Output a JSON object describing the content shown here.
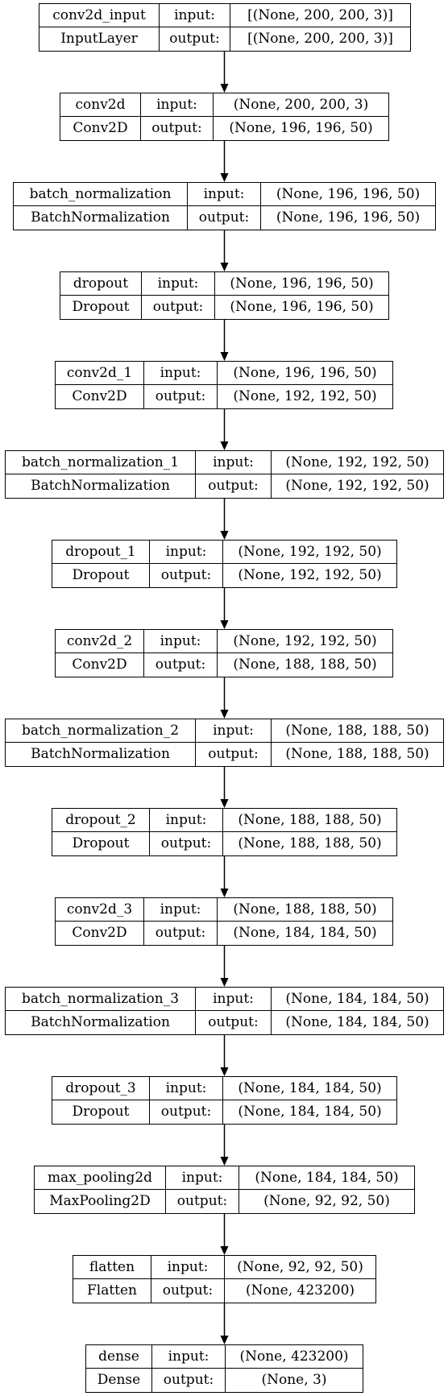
{
  "layers": [
    {
      "name": "conv2d_input",
      "type": "InputLayer",
      "input_label": "input:",
      "output_label": "output:",
      "input_shape": "[(None, 200, 200, 3)]",
      "output_shape": "[(None, 200, 200, 3)]"
    },
    {
      "name": "conv2d",
      "type": "Conv2D",
      "input_label": "input:",
      "output_label": "output:",
      "input_shape": "(None, 200, 200, 3)",
      "output_shape": "(None, 196, 196, 50)"
    },
    {
      "name": "batch_normalization",
      "type": "BatchNormalization",
      "input_label": "input:",
      "output_label": "output:",
      "input_shape": "(None, 196, 196, 50)",
      "output_shape": "(None, 196, 196, 50)"
    },
    {
      "name": "dropout",
      "type": "Dropout",
      "input_label": "input:",
      "output_label": "output:",
      "input_shape": "(None, 196, 196, 50)",
      "output_shape": "(None, 196, 196, 50)"
    },
    {
      "name": "conv2d_1",
      "type": "Conv2D",
      "input_label": "input:",
      "output_label": "output:",
      "input_shape": "(None, 196, 196, 50)",
      "output_shape": "(None, 192, 192, 50)"
    },
    {
      "name": "batch_normalization_1",
      "type": "BatchNormalization",
      "input_label": "input:",
      "output_label": "output:",
      "input_shape": "(None, 192, 192, 50)",
      "output_shape": "(None, 192, 192, 50)"
    },
    {
      "name": "dropout_1",
      "type": "Dropout",
      "input_label": "input:",
      "output_label": "output:",
      "input_shape": "(None, 192, 192, 50)",
      "output_shape": "(None, 192, 192, 50)"
    },
    {
      "name": "conv2d_2",
      "type": "Conv2D",
      "input_label": "input:",
      "output_label": "output:",
      "input_shape": "(None, 192, 192, 50)",
      "output_shape": "(None, 188, 188, 50)"
    },
    {
      "name": "batch_normalization_2",
      "type": "BatchNormalization",
      "input_label": "input:",
      "output_label": "output:",
      "input_shape": "(None, 188, 188, 50)",
      "output_shape": "(None, 188, 188, 50)"
    },
    {
      "name": "dropout_2",
      "type": "Dropout",
      "input_label": "input:",
      "output_label": "output:",
      "input_shape": "(None, 188, 188, 50)",
      "output_shape": "(None, 188, 188, 50)"
    },
    {
      "name": "conv2d_3",
      "type": "Conv2D",
      "input_label": "input:",
      "output_label": "output:",
      "input_shape": "(None, 188, 188, 50)",
      "output_shape": "(None, 184, 184, 50)"
    },
    {
      "name": "batch_normalization_3",
      "type": "BatchNormalization",
      "input_label": "input:",
      "output_label": "output:",
      "input_shape": "(None, 184, 184, 50)",
      "output_shape": "(None, 184, 184, 50)"
    },
    {
      "name": "dropout_3",
      "type": "Dropout",
      "input_label": "input:",
      "output_label": "output:",
      "input_shape": "(None, 184, 184, 50)",
      "output_shape": "(None, 184, 184, 50)"
    },
    {
      "name": "max_pooling2d",
      "type": "MaxPooling2D",
      "input_label": "input:",
      "output_label": "output:",
      "input_shape": "(None, 184, 184, 50)",
      "output_shape": "(None, 92, 92, 50)"
    },
    {
      "name": "flatten",
      "type": "Flatten",
      "input_label": "input:",
      "output_label": "output:",
      "input_shape": "(None, 92, 92, 50)",
      "output_shape": "(None, 423200)"
    },
    {
      "name": "dense",
      "type": "Dense",
      "input_label": "input:",
      "output_label": "output:",
      "input_shape": "(None, 423200)",
      "output_shape": "(None, 3)"
    }
  ]
}
